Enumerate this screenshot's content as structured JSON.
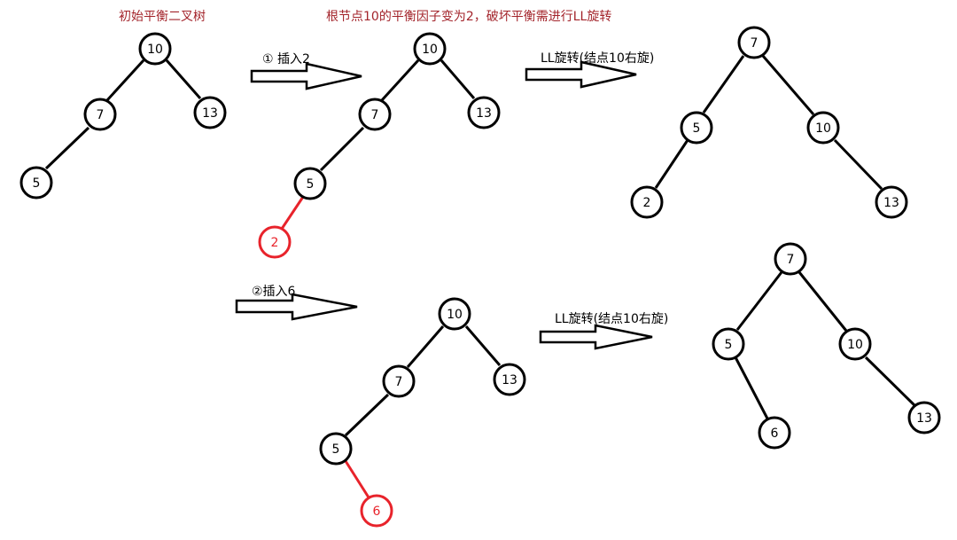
{
  "titles": {
    "initial": "初始平衡二叉树",
    "after_insert": "根节点10的平衡因子变为2，破坏平衡需进行LL旋转"
  },
  "operations": {
    "insert_2": "① 插入2",
    "rotate_1": "LL旋转(结点10右旋)",
    "insert_6": "②插入6",
    "rotate_2": "LL旋转(结点10右旋)"
  },
  "nodes": {
    "t1": {
      "n10": "10",
      "n7": "7",
      "n13": "13",
      "n5": "5"
    },
    "t2": {
      "n10": "10",
      "n7": "7",
      "n13": "13",
      "n5": "5",
      "n2": "2"
    },
    "t3": {
      "n7": "7",
      "n5": "5",
      "n10": "10",
      "n2": "2",
      "n13": "13"
    },
    "t4": {
      "n10": "10",
      "n7": "7",
      "n13": "13",
      "n5": "5",
      "n6": "6"
    },
    "t5": {
      "n7": "7",
      "n5": "5",
      "n10": "10",
      "n6": "6",
      "n13": "13"
    }
  },
  "colors": {
    "title_text": "#a3242b",
    "node_stroke": "#000000",
    "new_node": "#e8232b",
    "label_text": "#000000"
  }
}
